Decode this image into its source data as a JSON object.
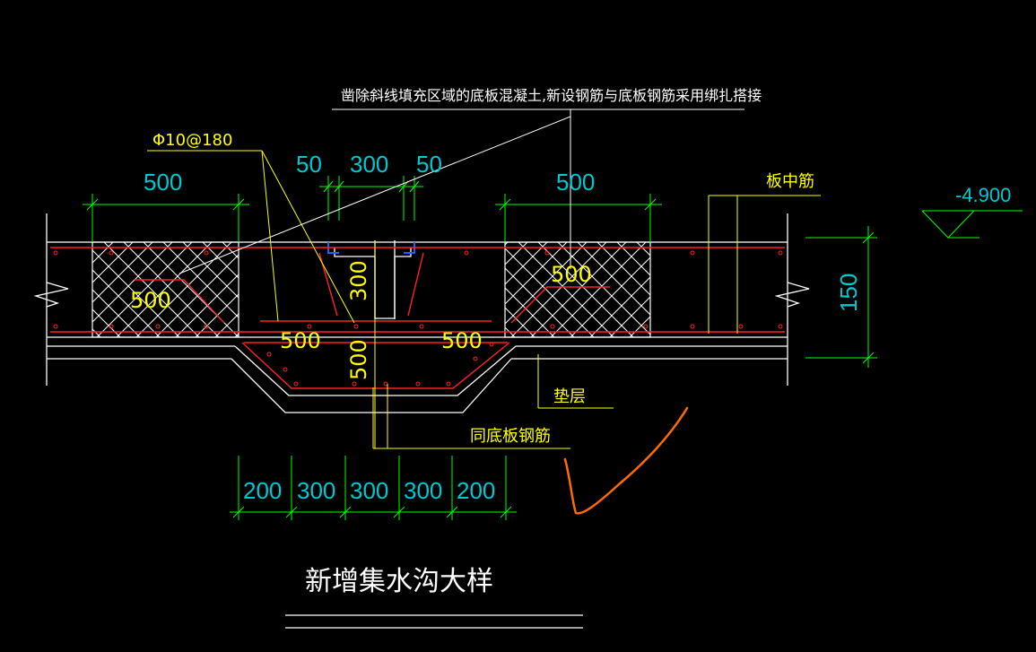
{
  "note_top": "凿除斜线填充区域的底板混凝土,新设钢筋与底板钢筋采用绑扎搭接",
  "rebar_spec": "Φ10@180",
  "slab_mid_rebar": "板中筋",
  "elevation": "-4.900",
  "cushion_layer": "垫层",
  "same_bottom_rebar": "同底板钢筋",
  "title": "新增集水沟大样",
  "dims": {
    "left_500": "500",
    "right_500": "500",
    "top_50_left": "50",
    "top_300": "300",
    "top_50_right": "50",
    "slab_150": "150",
    "trench_300": "300",
    "trench_500": "500",
    "lap_500_left": "500",
    "lap_500_right": "500",
    "bottom_500_left": "500",
    "bottom_500_right": "500",
    "bottom_row": [
      "200",
      "300",
      "300",
      "300",
      "200"
    ]
  },
  "colors": {
    "background": "#000000",
    "line": "#ffffff",
    "dim": "#00ff00",
    "dim_text": "#00c8d0",
    "rebar": "#ff0000",
    "leader": "#ffff00",
    "sketch": "#ff6a00"
  }
}
